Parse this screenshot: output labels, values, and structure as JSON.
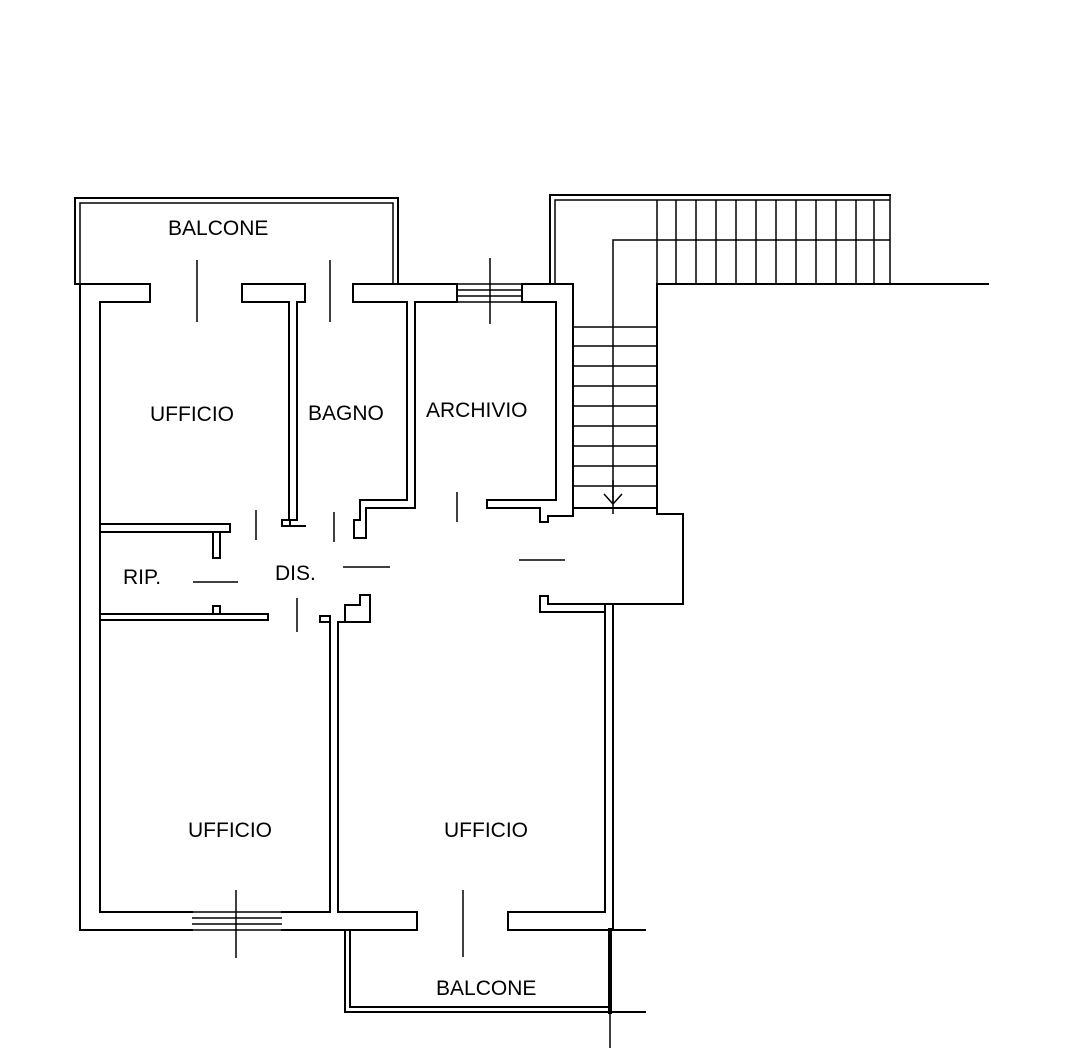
{
  "rooms": {
    "balcone_top": "BALCONE",
    "ufficio_top_left": "UFFICIO",
    "bagno": "BAGNO",
    "archivio": "ARCHIVIO",
    "ripostiglio": "RIP.",
    "disimpegno": "DIS.",
    "ufficio_bottom_left": "UFFICIO",
    "ufficio_bottom_right": "UFFICIO",
    "balcone_bottom": "BALCONE"
  }
}
